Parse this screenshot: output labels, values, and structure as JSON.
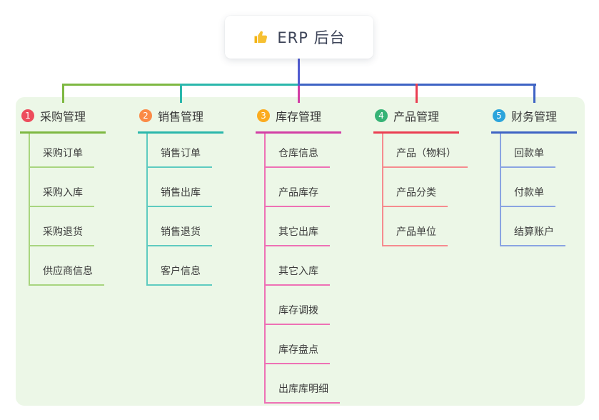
{
  "root": {
    "icon": "thumbs-up-icon",
    "label": "ERP 后台"
  },
  "branches": [
    {
      "badge": "1",
      "badge_color": "#ed4c5c",
      "title": "采购管理",
      "line_color": "#7eb842",
      "child_line_color": "#a8d57f",
      "children": [
        "采购订单",
        "采购入库",
        "采购退货",
        "供应商信息"
      ]
    },
    {
      "badge": "2",
      "badge_color": "#fb8a46",
      "title": "销售管理",
      "line_color": "#2ab7ab",
      "child_line_color": "#5ecbc0",
      "children": [
        "销售订单",
        "销售出库",
        "销售退货",
        "客户信息"
      ]
    },
    {
      "badge": "3",
      "badge_color": "#fbab1f",
      "title": "库存管理",
      "line_color": "#d23fa5",
      "child_line_color": "#ee71b5",
      "children": [
        "仓库信息",
        "产品库存",
        "其它出库",
        "其它入库",
        "库存调拨",
        "库存盘点",
        "出库库明细"
      ]
    },
    {
      "badge": "4",
      "badge_color": "#36b376",
      "title": "产品管理",
      "line_color": "#ea3e52",
      "child_line_color": "#f68b8f",
      "children": [
        "产品（物料）",
        "产品分类",
        "产品单位"
      ]
    },
    {
      "badge": "5",
      "badge_color": "#2ba4db",
      "title": "财务管理",
      "line_color": "#3e63c4",
      "child_line_color": "#8aa4e2",
      "children": [
        "回款单",
        "付款单",
        "结算账户"
      ]
    }
  ],
  "colors": {
    "board_bg": "#ecf7e7",
    "root_connector": "#515cd0",
    "thumb_icon": "#f3b417"
  }
}
